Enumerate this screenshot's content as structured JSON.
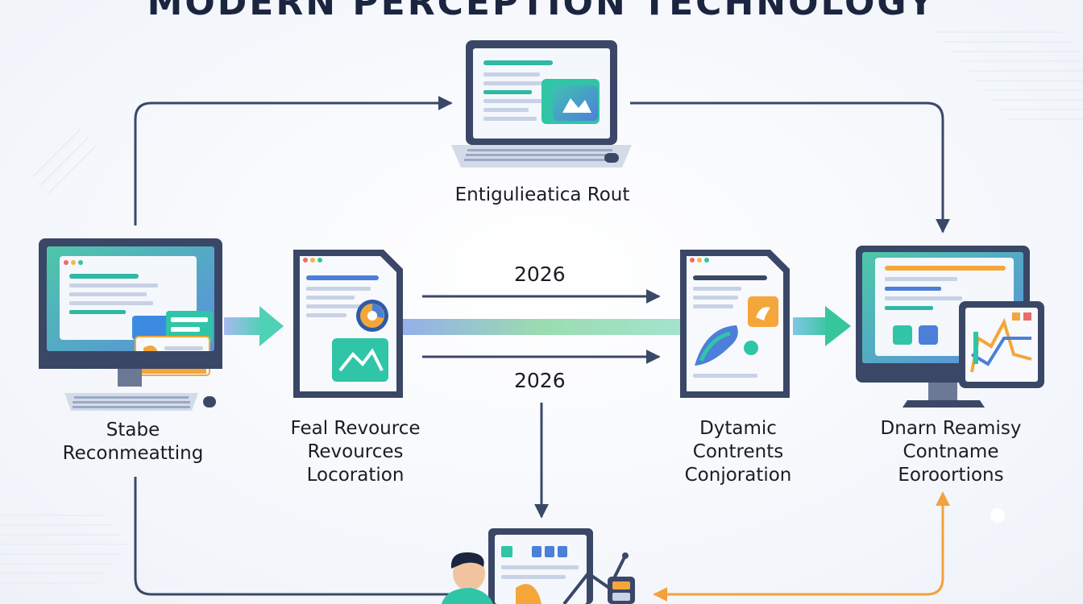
{
  "diagram": {
    "title": "MODERN PERCEPTION TECHNOLOGY",
    "nodes": {
      "top": {
        "label": "Entigulieatica Rout"
      },
      "left": {
        "lines": [
          "Stabe",
          "Reconmeatting"
        ]
      },
      "middle_left": {
        "lines": [
          "Feal Revource",
          "Revources",
          "Locoration"
        ]
      },
      "middle_right": {
        "lines": [
          "Dytamic",
          "Contrents",
          "Conjoration"
        ]
      },
      "right": {
        "lines": [
          "Dnarn Reamisy",
          "Contname",
          "Eoroortions"
        ]
      }
    },
    "flow_labels": {
      "upper": "2026",
      "lower": "2026"
    },
    "colors": {
      "arrow": "#3a4868",
      "accent_green": "#2fc5a6",
      "accent_blue": "#4b7fd9",
      "accent_orange": "#f4a63a",
      "screen_frame": "#3a4766"
    },
    "icons": [
      "laptop-icon",
      "desktop-monitor-icon",
      "document-icon",
      "tablet-icon",
      "person-icon"
    ]
  }
}
